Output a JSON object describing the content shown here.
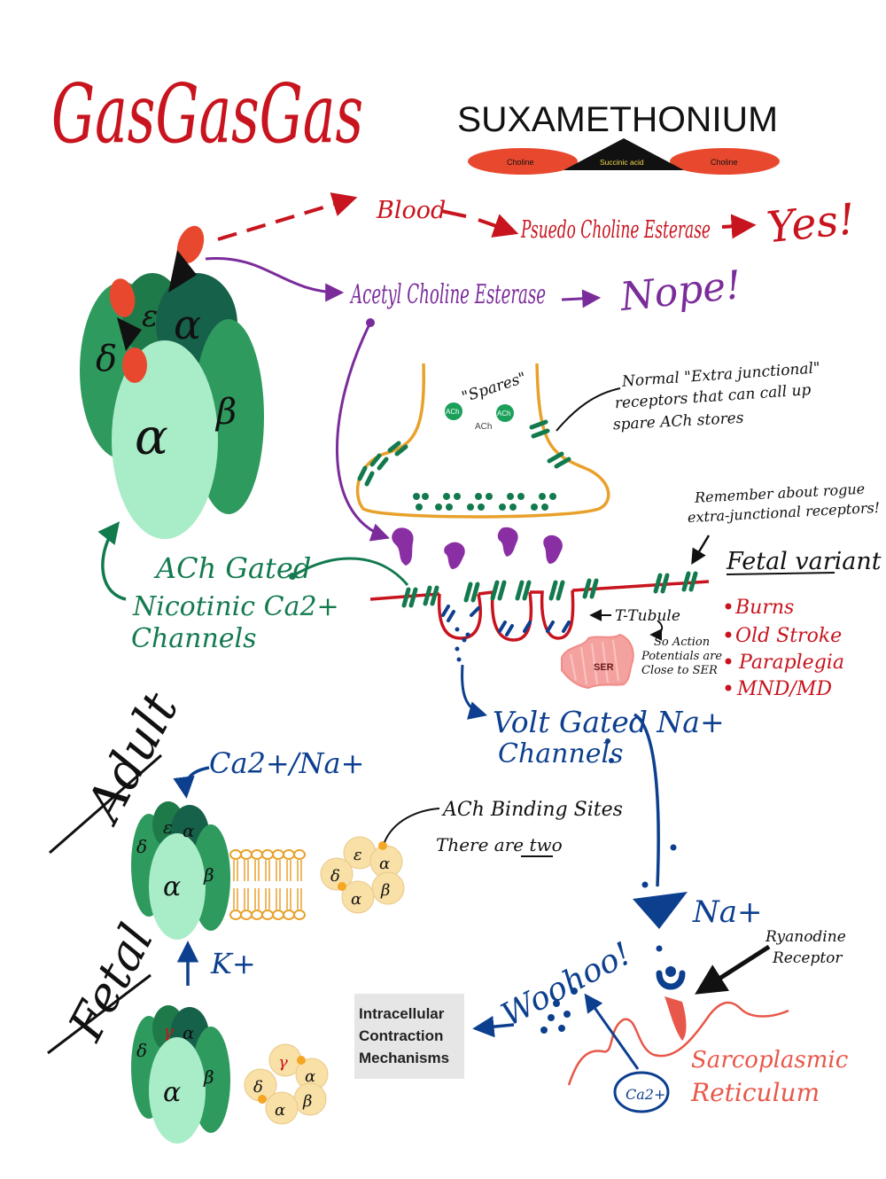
{
  "title": "GasGasGas",
  "drug": {
    "name": "SUXAMETHONIUM",
    "left": "Choline",
    "center": "Succinic acid",
    "right": "Choline"
  },
  "pathway": {
    "blood": "Blood",
    "pseudo": "Psuedo Choline Esterase",
    "yes": "Yes!",
    "ache": "Acetyl Choline Esterase",
    "nope": "Nope!"
  },
  "receptor_big": {
    "delta": "δ",
    "epsilon": "ε",
    "alpha_top": "α",
    "beta": "β",
    "alpha_main": "α"
  },
  "synapse": {
    "spares": "\"Spares\"",
    "ach1": "ACh",
    "ach2": "ACh",
    "ach3": "ACh",
    "normal_note": [
      "Normal \"Extra junctional\"",
      "receptors that can call up",
      "spare ACh stores"
    ],
    "rogue_note": [
      "Remember about rogue",
      "extra-junctional receptors!"
    ],
    "t_tubule": "T-Tubule",
    "t_tubule_note": [
      "So Action",
      "Potentials are",
      "Close to SER"
    ],
    "ser": "SER"
  },
  "channels": {
    "ach_gated": [
      "ACh Gated",
      "Nicotinic Ca2+",
      "Channels"
    ],
    "volt_gated": [
      "Volt Gated Na+",
      "Channels"
    ]
  },
  "fetal_variant": {
    "heading": "Fetal variant",
    "items": [
      "Burns",
      "Old Stroke",
      "Paraplegia",
      "MND/MD"
    ]
  },
  "adult": {
    "label": "Adult",
    "ion_in": "Ca2+/Na+",
    "ion_out": "K+",
    "subunits": [
      "δ",
      "ε",
      "α",
      "β",
      "α"
    ]
  },
  "fetal": {
    "label": "Fetal",
    "subunits": [
      "δ",
      "γ",
      "α",
      "β",
      "α"
    ]
  },
  "binding": {
    "label": "ACh Binding Sites",
    "sub": "There are two"
  },
  "na_label": "Na+",
  "ryanodine": [
    "Ryanodine",
    "Receptor"
  ],
  "sr": [
    "Sarcoplasmic",
    "Reticulum"
  ],
  "woohoo": "Woohoo!",
  "ca_circle": "Ca2+",
  "box": [
    "Intracellular",
    "Contraction",
    "Mechanisms"
  ],
  "colors": {
    "red": "#c8141e",
    "purple": "#7a2c9a",
    "green": "#137a4e",
    "dark_green": "#0f5a3e",
    "blue": "#0d3f8f",
    "orange": "#e8a12a",
    "salmon": "#e8584a",
    "pink": "#f28b87"
  }
}
